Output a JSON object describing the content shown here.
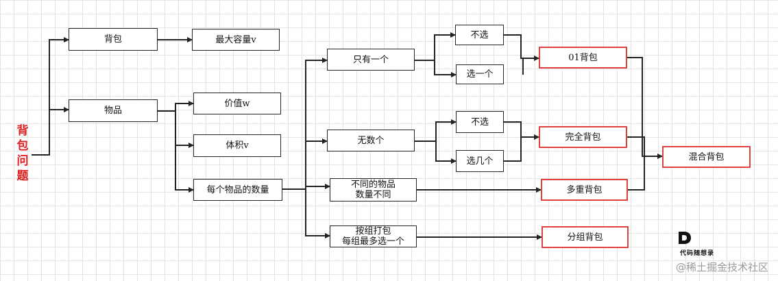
{
  "root": {
    "label": "背\n包\n问\n题",
    "color": "#e02020"
  },
  "nodes": {
    "beibao": "背包",
    "max_capacity": "最大容量v",
    "wupin": "物品",
    "value": "价值w",
    "volume": "体积v",
    "count": "每个物品的数量",
    "only_one": "只有一个",
    "unlimited": "无数个",
    "different": "不同的物品\n数量不同",
    "grouped": "按组打包\n每组最多选一个",
    "not_pick_1": "不选",
    "pick_one": "选一个",
    "not_pick_2": "不选",
    "pick_several": "选几个",
    "zero_one": "01背包",
    "complete": "完全背包",
    "multiple": "多重背包",
    "group": "分组背包",
    "mixed": "混合背包"
  },
  "colors": {
    "highlight_border": "#e0403f",
    "line": "#222222"
  },
  "logo": {
    "text": "代码随想录",
    "icon": "d-logo-icon"
  },
  "watermark": "@稀土掘金技术社区"
}
